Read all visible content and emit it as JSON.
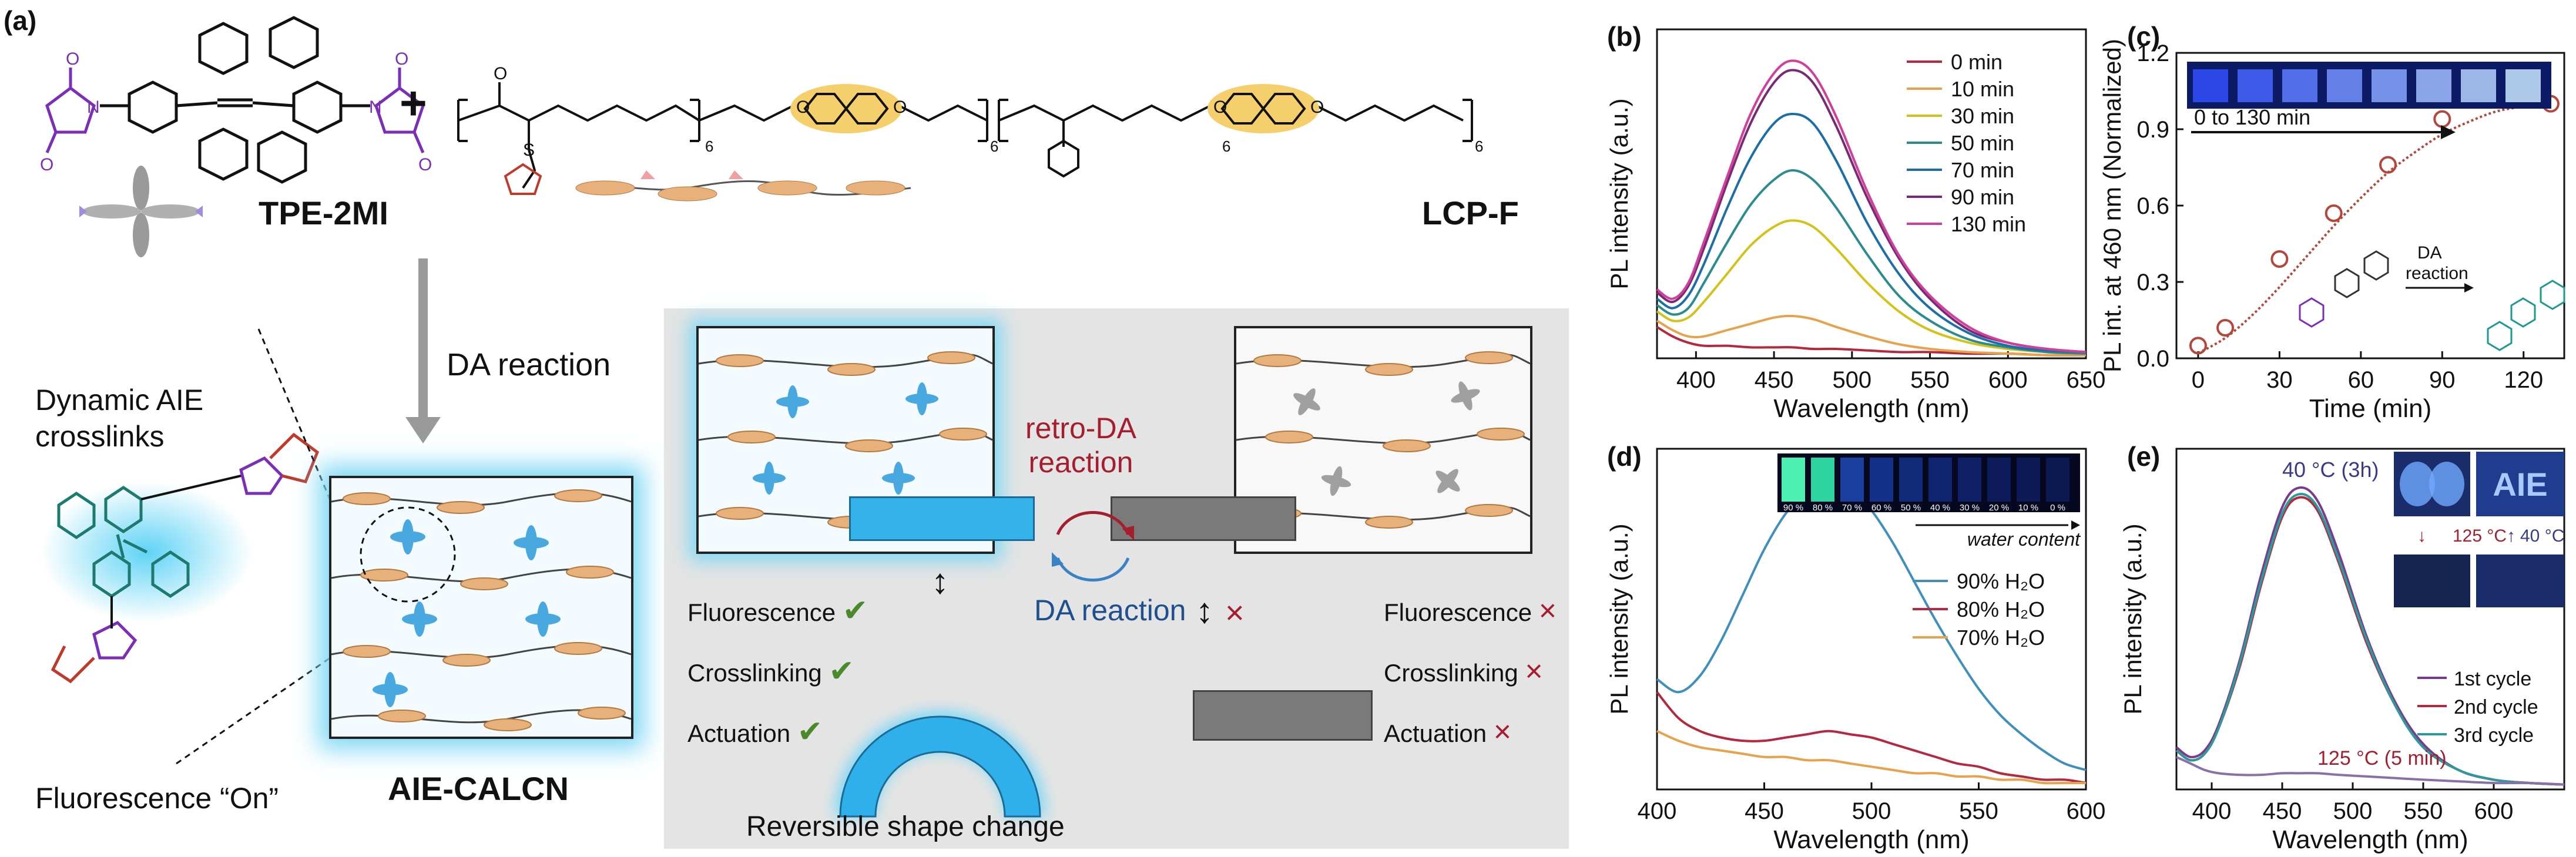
{
  "panel_a": {
    "label": "(a)",
    "tpe_name": "TPE-2MI",
    "lcp_name": "LCP-F",
    "repeat_6": "6",
    "da_reaction": "DA reaction",
    "dynamic_crosslinks_line1": "Dynamic AIE",
    "dynamic_crosslinks_line2": "crosslinks",
    "fluorescence_on": "Fluorescence “On”",
    "network_name": "AIE-CALCN",
    "retro_da_line1": "retro-DA",
    "retro_da_line2": "reaction",
    "da_reaction_2": "DA reaction",
    "fluorescence": "Fluorescence",
    "crosslinking": "Crosslinking",
    "actuation": "Actuation",
    "reversible": "Reversible shape change",
    "check": "✔",
    "cross": "×"
  },
  "chart_data": [
    {
      "panel": "(b)",
      "type": "line",
      "xlabel": "Wavelength (nm)",
      "ylabel": "PL  intensity (a.u.)",
      "xlim": [
        375,
        650
      ],
      "xticks": [
        400,
        450,
        500,
        550,
        600,
        650
      ],
      "x": [
        375,
        385,
        395,
        405,
        420,
        435,
        450,
        462,
        475,
        490,
        510,
        530,
        550,
        575,
        600,
        625,
        650
      ],
      "series": [
        {
          "name": "0 min",
          "color": "#b5283d",
          "values": [
            0.1,
            0.07,
            0.05,
            0.04,
            0.04,
            0.035,
            0.035,
            0.035,
            0.03,
            0.03,
            0.025,
            0.02,
            0.02,
            0.015,
            0.015,
            0.01,
            0.01
          ]
        },
        {
          "name": "10 min",
          "color": "#e8a24b",
          "values": [
            0.12,
            0.09,
            0.07,
            0.07,
            0.09,
            0.11,
            0.13,
            0.135,
            0.125,
            0.1,
            0.07,
            0.045,
            0.03,
            0.02,
            0.015,
            0.01,
            0.01
          ]
        },
        {
          "name": "30 min",
          "color": "#d3c21a",
          "values": [
            0.15,
            0.12,
            0.13,
            0.18,
            0.27,
            0.36,
            0.42,
            0.44,
            0.42,
            0.35,
            0.24,
            0.15,
            0.09,
            0.05,
            0.03,
            0.02,
            0.015
          ]
        },
        {
          "name": "50 min",
          "color": "#2a8c8f",
          "values": [
            0.17,
            0.14,
            0.16,
            0.24,
            0.37,
            0.49,
            0.57,
            0.6,
            0.57,
            0.48,
            0.33,
            0.2,
            0.12,
            0.06,
            0.035,
            0.02,
            0.015
          ]
        },
        {
          "name": "70 min",
          "color": "#1b6ea8",
          "values": [
            0.19,
            0.16,
            0.2,
            0.3,
            0.48,
            0.64,
            0.75,
            0.78,
            0.75,
            0.63,
            0.43,
            0.27,
            0.16,
            0.08,
            0.04,
            0.025,
            0.02
          ]
        },
        {
          "name": "90 min",
          "color": "#7a2a75",
          "values": [
            0.21,
            0.18,
            0.23,
            0.35,
            0.56,
            0.75,
            0.88,
            0.92,
            0.88,
            0.74,
            0.51,
            0.32,
            0.19,
            0.09,
            0.05,
            0.03,
            0.02
          ]
        },
        {
          "name": "130 min",
          "color": "#d13f9b",
          "values": [
            0.22,
            0.19,
            0.24,
            0.37,
            0.58,
            0.78,
            0.91,
            0.95,
            0.91,
            0.77,
            0.53,
            0.33,
            0.2,
            0.1,
            0.05,
            0.03,
            0.02
          ]
        }
      ],
      "legend": "top-right"
    },
    {
      "panel": "(c)",
      "type": "scatter",
      "xlabel": "Time (min)",
      "ylabel": "PL  int. at 460 nm (Normalized)",
      "xlim": [
        -8,
        135
      ],
      "ylim": [
        0,
        1.2
      ],
      "xticks": [
        0,
        30,
        60,
        90,
        120
      ],
      "yticks": [
        0.0,
        0.3,
        0.6,
        0.9,
        1.2
      ],
      "points_x": [
        0,
        10,
        30,
        50,
        70,
        90,
        130
      ],
      "points_y": [
        0.05,
        0.12,
        0.39,
        0.57,
        0.76,
        0.94,
        1.0
      ],
      "fit_x": [
        0,
        10,
        20,
        30,
        40,
        50,
        60,
        70,
        80,
        90,
        100,
        110,
        120,
        130
      ],
      "fit_y": [
        0.02,
        0.08,
        0.17,
        0.28,
        0.4,
        0.52,
        0.63,
        0.73,
        0.81,
        0.88,
        0.93,
        0.97,
        0.99,
        1.01
      ],
      "inset_label": "0 to 130 min",
      "reaction_label_1": "DA",
      "reaction_label_2": "reaction",
      "color": "#b5473a"
    },
    {
      "panel": "(d)",
      "type": "line",
      "xlabel": "Wavelength (nm)",
      "ylabel": "PL  intensity (a.u.)",
      "xlim": [
        400,
        600
      ],
      "xticks": [
        400,
        450,
        500,
        550,
        600
      ],
      "x": [
        400,
        410,
        420,
        430,
        440,
        450,
        460,
        470,
        480,
        490,
        500,
        510,
        520,
        530,
        540,
        550,
        560,
        570,
        580,
        590,
        600
      ],
      "series": [
        {
          "name": "90% H₂O",
          "color": "#3e8fbd",
          "values": [
            0.34,
            0.3,
            0.35,
            0.46,
            0.6,
            0.74,
            0.85,
            0.92,
            0.95,
            0.93,
            0.86,
            0.76,
            0.64,
            0.52,
            0.41,
            0.31,
            0.23,
            0.17,
            0.12,
            0.08,
            0.06
          ]
        },
        {
          "name": "80% H₂O",
          "color": "#b5283d",
          "values": [
            0.3,
            0.22,
            0.18,
            0.16,
            0.15,
            0.15,
            0.16,
            0.17,
            0.18,
            0.17,
            0.16,
            0.14,
            0.12,
            0.1,
            0.08,
            0.07,
            0.05,
            0.04,
            0.03,
            0.03,
            0.02
          ]
        },
        {
          "name": "70% H₂O",
          "color": "#e8a24b",
          "values": [
            0.18,
            0.15,
            0.13,
            0.12,
            0.11,
            0.1,
            0.1,
            0.09,
            0.09,
            0.08,
            0.07,
            0.06,
            0.05,
            0.05,
            0.04,
            0.04,
            0.03,
            0.03,
            0.02,
            0.02,
            0.02
          ]
        }
      ],
      "inset_labels": [
        "90 %",
        "80 %",
        "70 %",
        "60 %",
        "50 %",
        "40 %",
        "30 %",
        "20 %",
        "10 %",
        "0 %"
      ],
      "inset_caption": "water content",
      "legend": "right"
    },
    {
      "panel": "(e)",
      "type": "line",
      "xlabel": "Wavelength (nm)",
      "ylabel": "PL  intensity (a.u.)",
      "xlim": [
        375,
        650
      ],
      "xticks": [
        400,
        450,
        500,
        550,
        600
      ],
      "x": [
        375,
        385,
        395,
        405,
        420,
        435,
        450,
        462,
        475,
        490,
        510,
        530,
        550,
        575,
        600,
        625,
        650
      ],
      "series": [
        {
          "name": "1st cycle",
          "color": "#7a3b8f",
          "values": [
            0.13,
            0.1,
            0.12,
            0.2,
            0.4,
            0.66,
            0.87,
            0.93,
            0.89,
            0.73,
            0.47,
            0.27,
            0.14,
            0.06,
            0.03,
            0.02,
            0.015
          ]
        },
        {
          "name": "2nd cycle",
          "color": "#b5283d",
          "values": [
            0.12,
            0.09,
            0.11,
            0.19,
            0.38,
            0.63,
            0.84,
            0.9,
            0.86,
            0.7,
            0.45,
            0.26,
            0.13,
            0.06,
            0.03,
            0.02,
            0.015
          ]
        },
        {
          "name": "3rd cycle",
          "color": "#2a9a9a",
          "values": [
            0.12,
            0.09,
            0.11,
            0.19,
            0.39,
            0.64,
            0.85,
            0.91,
            0.87,
            0.71,
            0.46,
            0.26,
            0.13,
            0.06,
            0.03,
            0.02,
            0.015
          ]
        },
        {
          "name": "125 °C (5 min) trace",
          "color": "#8a6fa8",
          "values": [
            0.1,
            0.08,
            0.06,
            0.05,
            0.045,
            0.045,
            0.05,
            0.05,
            0.05,
            0.045,
            0.04,
            0.035,
            0.03,
            0.025,
            0.02,
            0.02,
            0.015
          ]
        }
      ],
      "annotation_top": "40 °C (3h)",
      "annotation_bottom": "125 °C (5 min)",
      "inset_left": "125 °C",
      "inset_right": "40 °C",
      "inset_text": "AIE",
      "legend": "bottom-right"
    }
  ]
}
